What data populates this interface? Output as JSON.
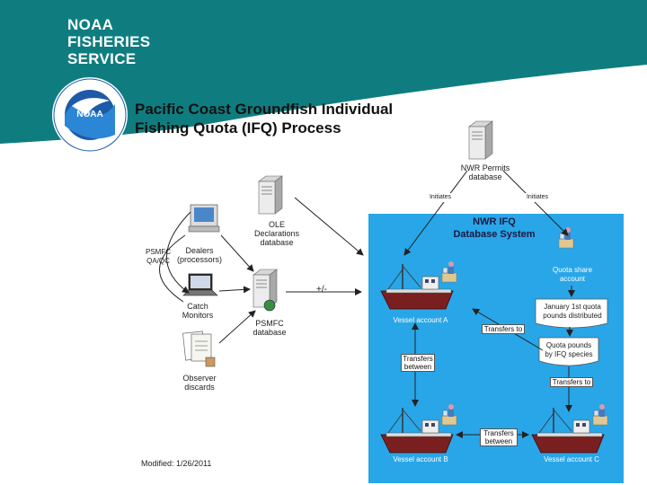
{
  "header": {
    "agency_line1": "NOAA",
    "agency_line2": "FISHERIES",
    "agency_line3": "SERVICE",
    "bg_color": "#0f7d80"
  },
  "title": {
    "line1": "Pacific Coast Groundfish Individual",
    "line2": "Fishing Quota (IFQ) Process"
  },
  "diagram": {
    "nwr_permits": "NWR Permits\ndatabase",
    "initiates_left": "Initiates",
    "initiates_right": "Initiates",
    "ole": "OLE\nDeclarations\ndatabase",
    "psmfc_qaqc": "PSMFC\nQA/QC",
    "dealers": "Dealers\n(processors)",
    "catch_monitors": "Catch\nMonitors",
    "observer": "Observer\ndiscards",
    "psmfc_db": "PSMFC\ndatabase",
    "plus_minus": "+/-",
    "system_title": "NWR IFQ\nDatabase System",
    "quota_share": "Quota share\naccount",
    "january_box": "January 1st quota\npounds distributed",
    "quota_pounds_box": "Quota pounds\nby IFQ species",
    "vessel_a": "Vessel account A",
    "vessel_b": "Vessel account B",
    "vessel_c": "Vessel account C",
    "transfers_to_1": "Transfers to",
    "transfers_to_2": "Transfers to",
    "transfers_between_1": "Transfers\nbetween",
    "transfers_between_2": "Transfers\nbetween",
    "system_bg": "#29a6e8"
  },
  "footer": {
    "modified": "Modified: 1/26/2011"
  }
}
